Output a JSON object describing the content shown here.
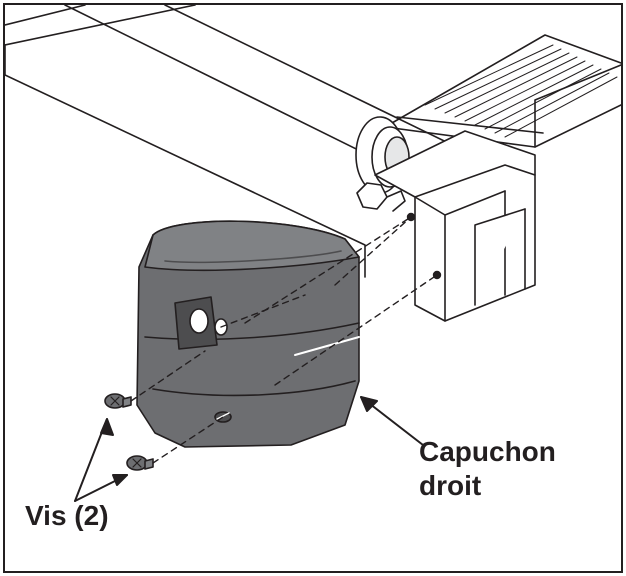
{
  "labels": {
    "cap_line1": "Capuchon",
    "cap_line2": "droit",
    "screws": "Vis (2)"
  },
  "colors": {
    "ink": "#231f20",
    "cap_fill": "#6d6e71",
    "cap_top": "#808285",
    "cap_dark": "#4d4d4f"
  }
}
